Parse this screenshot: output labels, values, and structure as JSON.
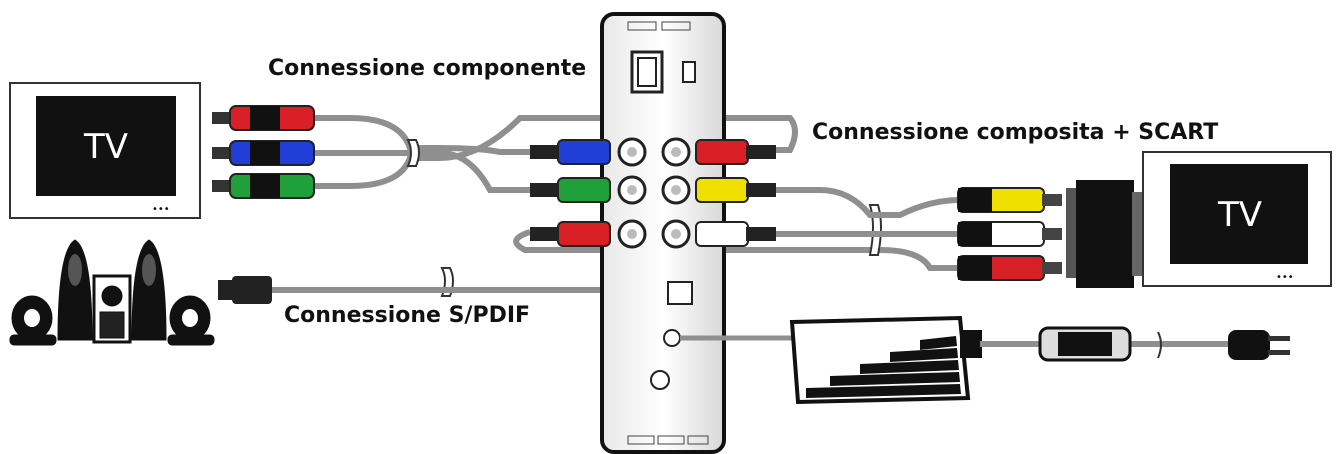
{
  "labels": {
    "component": "Connessione componente",
    "composite": "Connessione composita + SCART",
    "spdif": "Connessione S/PDIF"
  },
  "tv_left": {
    "label": "TV",
    "indicator": "•••"
  },
  "tv_right": {
    "label": "TV",
    "indicator": "•••"
  },
  "colors": {
    "red": "#d81f26",
    "green": "#1fa03a",
    "blue": "#1f3fd8",
    "yellow": "#f0e000",
    "white": "#ffffff",
    "black": "#111111",
    "cable": "#9a9a9a"
  },
  "icons": [
    "tv-icon",
    "speaker-set-icon",
    "media-player-device-icon",
    "scart-adapter-icon",
    "power-adapter-icon",
    "power-plug-icon",
    "rca-plug-icon",
    "optical-plug-icon"
  ]
}
